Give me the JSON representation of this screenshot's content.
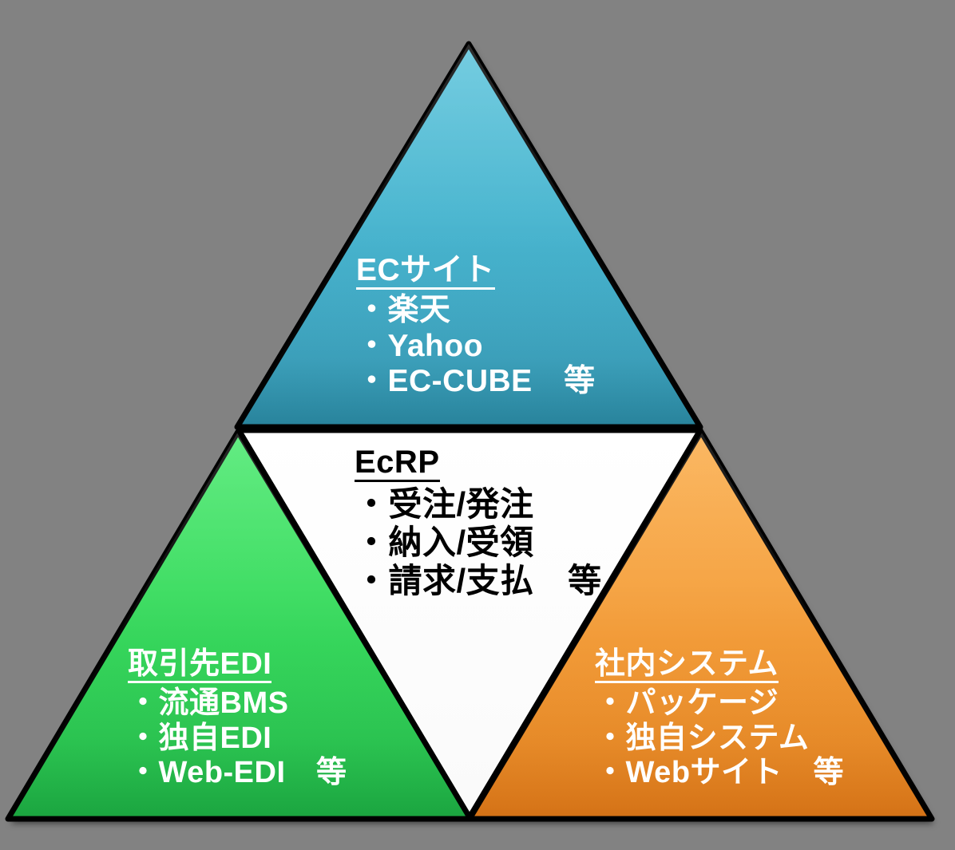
{
  "diagram": {
    "type": "pyramid",
    "background_color": "#828282",
    "outline_color": "#000000",
    "segments": [
      {
        "id": "ec-site",
        "position": "top",
        "fill_top": "#4FBBD6",
        "fill_bottom": "#2A8BA5",
        "text_color": "#FFFFFF",
        "heading": "ECサイト",
        "bullets": [
          "・楽天",
          "・Yahoo",
          "・EC-CUBE　等"
        ]
      },
      {
        "id": "ecrp",
        "position": "center",
        "fill_top": "#FFFFFF",
        "fill_bottom": "#FFFFFF",
        "text_color": "#000000",
        "heading": "EcRP",
        "bullets": [
          "・受注/発注",
          "・納入/受領",
          "・請求/支払　等"
        ]
      },
      {
        "id": "partner-edi",
        "position": "bottom-left",
        "fill_top": "#3BE061",
        "fill_bottom": "#1FB84A",
        "text_color": "#FFFFFF",
        "heading": "取引先EDI",
        "bullets": [
          "・流通BMS",
          "・独自EDI",
          "・Web-EDI　等"
        ]
      },
      {
        "id": "internal-system",
        "position": "bottom-right",
        "fill_top": "#F7A63F",
        "fill_bottom": "#E17C1C",
        "text_color": "#FFFFFF",
        "heading": "社内システム",
        "bullets": [
          "・パッケージ",
          "・独自システム",
          "・Webサイト　等"
        ]
      }
    ]
  }
}
